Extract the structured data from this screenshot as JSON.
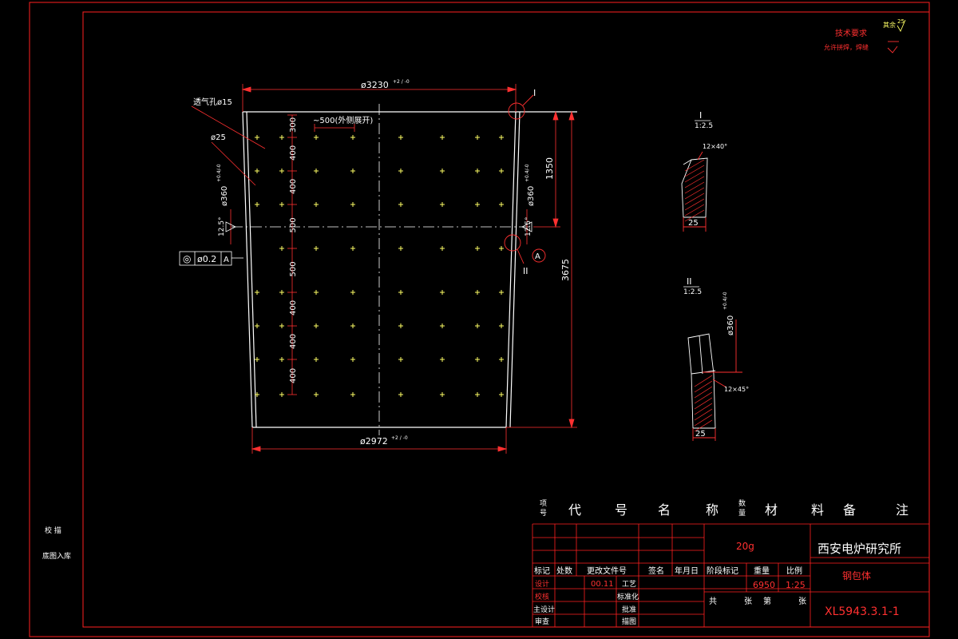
{
  "colors": {
    "background": "#000000",
    "frame": "#ff2020",
    "outline": "#ffffff",
    "dimension": "#ff3030",
    "centerline": "#ffffff",
    "hole": "#ffff66",
    "text_white": "#ffffff"
  },
  "main_view": {
    "dim_top": "ø3230",
    "dim_top_tol": "+2 / -0",
    "dim_bottom": "ø2972",
    "dim_bottom_tol": "+2 / -0",
    "dim_pitch_label": "~500(外侧展开)",
    "dim_height_total": "3675",
    "dim_height_upper": "1350",
    "dim_hole_left": "ø360",
    "dim_hole_right": "ø360",
    "dim_hole_tol": "+0.4/-0",
    "dim_angle_left": "12.5°",
    "dim_angle_right": "12.5°",
    "leader_vent": "透气孔ø15",
    "leader_d25": "ø25",
    "detail_tag_1": "I",
    "detail_tag_2": "II",
    "datum": "A",
    "tolerance_symbol": "◎",
    "tolerance_value": "ø0.2",
    "tolerance_datum": "A",
    "vertical_dims": [
      "300",
      "400",
      "400",
      "500",
      "500",
      "400",
      "400",
      "400"
    ]
  },
  "detail_1": {
    "title": "I",
    "scale": "1:2.5",
    "chamfer": "12×40°",
    "thickness": "25"
  },
  "detail_2": {
    "title": "II",
    "scale": "1:2.5",
    "chamfer": "12×45°",
    "thickness": "25",
    "dia": "ø360",
    "dia_tol": "+0.4/-0"
  },
  "tech_req": {
    "title": "技术要求",
    "line1": "允许拼焊，焊缝",
    "roughness_label": "其余",
    "roughness_value": "25"
  },
  "left_notes": {
    "note1": "校  描",
    "note2": "底图入库"
  },
  "title_block": {
    "header_cells": [
      "项\n号",
      "代",
      "号",
      "名",
      "称",
      "数\n量",
      "材",
      "料",
      "备",
      "注"
    ],
    "material": "20g",
    "institute": "西安电炉研究所",
    "part_name": "钢包体",
    "drawing_no": "XL5943.3.1-1",
    "rev_headers": [
      "标记",
      "处数",
      "更改文件号",
      "签名",
      "年月日"
    ],
    "stage_label": "阶段标记",
    "weight_label": "重量",
    "scale_label": "比例",
    "weight_value": "6950",
    "scale_value": "1:25",
    "roles": [
      "设计",
      "校核",
      "主设计",
      "审查"
    ],
    "design_code": "00.11",
    "role2_labels": [
      "工艺",
      "标准化",
      "批准",
      "描图"
    ],
    "sheet_total": "共",
    "sheet_unit1": "张",
    "sheet_no": "第",
    "sheet_unit2": "张"
  }
}
